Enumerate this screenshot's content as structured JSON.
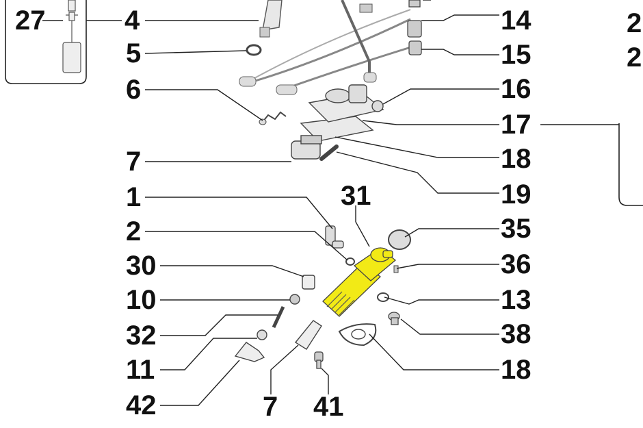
{
  "diagram": {
    "labels": {
      "l27": "27",
      "l4": "4",
      "l5": "5",
      "l6": "6",
      "l7a": "7",
      "l1": "1",
      "l2": "2",
      "l30": "30",
      "l10": "10",
      "l32": "32",
      "l11": "11",
      "l42": "42",
      "l7b": "7",
      "l41": "41",
      "l31": "31",
      "l14": "14",
      "l15": "15",
      "l16": "16",
      "l17": "17",
      "l18a": "18",
      "l19": "19",
      "l35": "35",
      "l36": "36",
      "l13": "13",
      "l38": "38",
      "l18b": "18",
      "r1": "2",
      "r2": "2"
    },
    "highlight_color": "#f2ea16",
    "line_color": "#222222"
  }
}
